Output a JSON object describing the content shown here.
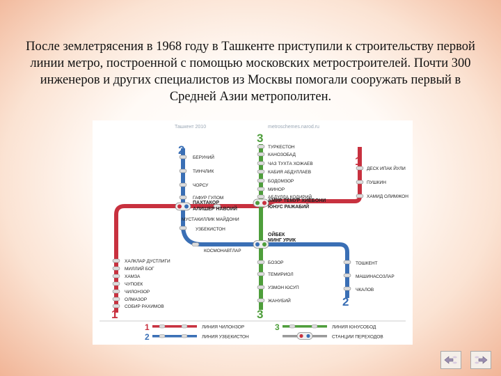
{
  "slide": {
    "text": "После землетрясения в 1968 году в Ташкенте приступили к строительству первой линии метро, построенной с помощью московских метростроителей. Почти 300 инженеров и других специалистов из Москвы помогали сооружать первый в Средней Азии метрополитен."
  },
  "map": {
    "header_left": "Ташкент 2010",
    "header_right": "metroschemes.narod.ru",
    "colors": {
      "line1": "#c8313f",
      "line2": "#3a6fb5",
      "line3": "#4e9e3b"
    },
    "line_numbers": {
      "l1_top": "1",
      "l1_bottom": "1",
      "l2_top": "2",
      "l2_bottom": "2",
      "l3_top": "3",
      "l3_bottom": "3"
    },
    "line3_stations": [
      "ТУРКЕСТОН",
      "КАНОЗОБАД",
      "ЧАЗ ТУХТА ХОЖАЕВ",
      "КАБИЯ АБДУЛЛАЕВ",
      "БОДОМЗОР",
      "МИНОР",
      "АБДУЛЛА КОДИРИЙ",
      "БОЗОР",
      "ТЕМИРИОЛ",
      "УЗМОН ЮСУП",
      "ЖАНУБИЙ"
    ],
    "line2_stations": [
      "БЕРУНИЙ",
      "ТИНЧЛИК",
      "ЧОРСУ",
      "ГАФУР ГУЛОМ",
      "УЗБЕКИСТОН",
      "КОСМОНАВТЛАР",
      "ТОШКЕНТ",
      "МАШИНАСОЗЛАР",
      "ЧКАЛОВ"
    ],
    "line1_stations": [
      "ДЕСК ИПАК ЙУЛИ",
      "ПУШКИН",
      "ХАМИД ОЛИМЖОН",
      "МУСТАКИЛЛИК МАЙДОНИ",
      "ХАЛКЛАР ДУСТЛИГИ",
      "МИЛЛИЙ БОГ",
      "ХАМЗА",
      "ЧУПОЕК",
      "ЧИЛОНЗОР",
      "ОЛМАЗОР",
      "СОБИР РАХИМОВ"
    ],
    "transfer_stations": {
      "west_a": "ПАХТАКОР",
      "west_b": "АЛИШЕР НАВОИЙ",
      "north_a": "АМИР ТЕМУР ХИЁБОНИ",
      "north_b": "ЮНУС РАЖАБИЙ",
      "south_a": "ОЙБЕК",
      "south_b": "МИНГ УРИК"
    },
    "legend": {
      "line1": "ЛИНИЯ ЧИЛОНЗОР",
      "line2": "ЛИНИЯ УЗБЕКИСТОН",
      "line3": "ЛИНИЯ ЮНУСОБОД",
      "transfer": "СТАНЦИИ ПЕРЕХОДОВ"
    }
  },
  "nav": {
    "prev_icon": "prev-slide-icon",
    "next_icon": "next-slide-icon"
  }
}
